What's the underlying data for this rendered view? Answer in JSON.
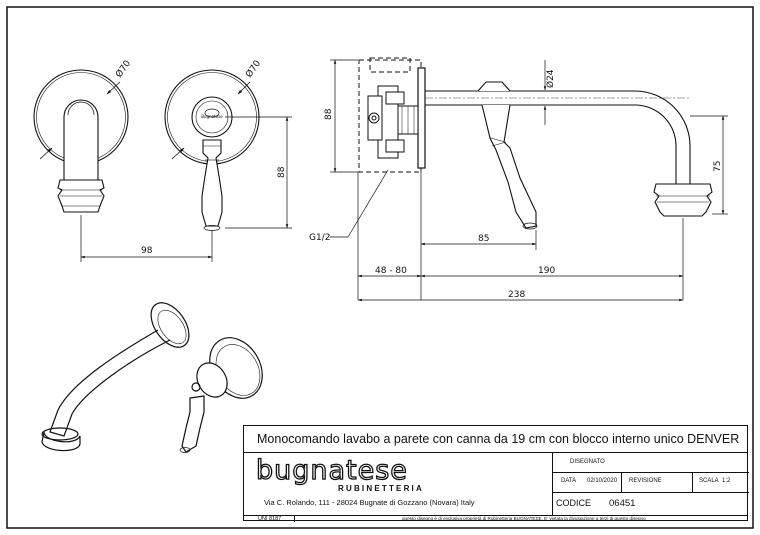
{
  "dimensions": {
    "front_dia_left": "Ø70",
    "front_dia_right": "Ø70",
    "front_width": "98",
    "front_height": "88",
    "side_height": "88",
    "side_pipe_dia": "Ø24",
    "side_spout_drop": "75",
    "side_lever": "85",
    "side_body_depth": "48 - 80",
    "side_spout_length": "190",
    "side_total": "238",
    "thread": "G1/2"
  },
  "title_block": {
    "title": "Monocomando lavabo a parete con canna da 19 cm con blocco interno unico DENVER",
    "brand": "bugnatese",
    "brand_sub": "RUBINETTERIA",
    "address": "Via C. Rolando, 111 - 28024 Bugnate di Gozzano (Novara) Italy",
    "disegnato_label": "DISEGNATO",
    "data_label": "DATA",
    "data_value": "02/10/2020",
    "revisione_label": "REVISIONE",
    "scala_label": "SCALA",
    "scala_value": "1:2",
    "codice_label": "CODICE",
    "codice_value": "06451",
    "uni": "UNI 8187",
    "note": "questo disegno è di esclusiva proprietà di Rubinetteria BUGNATESE. E' vietata la divulgazione a terzi di questo disegno",
    "knob_text": "Bugnatese"
  }
}
